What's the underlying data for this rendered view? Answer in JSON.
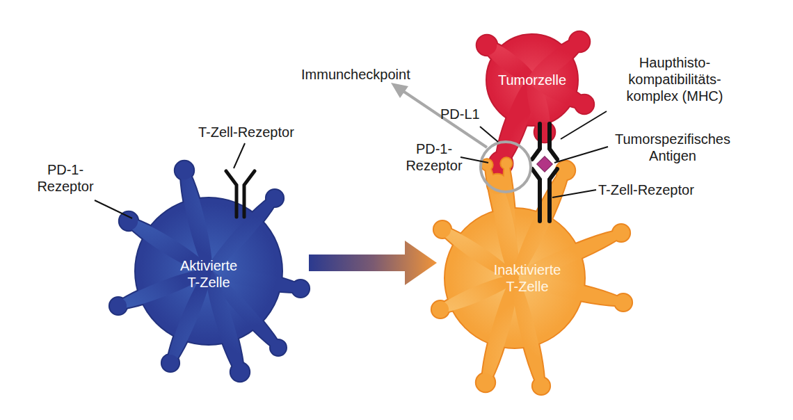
{
  "diagram": {
    "nodes": [
      {
        "text": [
          "Aktivierte T-Zelle"
        ]
      },
      {
        "text": [
          "Tumorzelle"
        ]
      },
      {
        "text": [
          "Inaktivierte T-Zelle"
        ]
      }
    ],
    "edges": [
      {
        "from": 0,
        "to": 2,
        "arrow": "to"
      }
    ],
    "labels": [
      "PD-1- Rezeptor",
      "T-Zell-Rezeptor",
      "Immuncheckpoint",
      "PD-L1",
      "PD-1- Rezeptor",
      "Haupthisto- kompatibilitäts- komplex (MHC)",
      "Tumorspezifisches Antigen",
      "T-Zell-Rezeptor"
    ]
  }
}
